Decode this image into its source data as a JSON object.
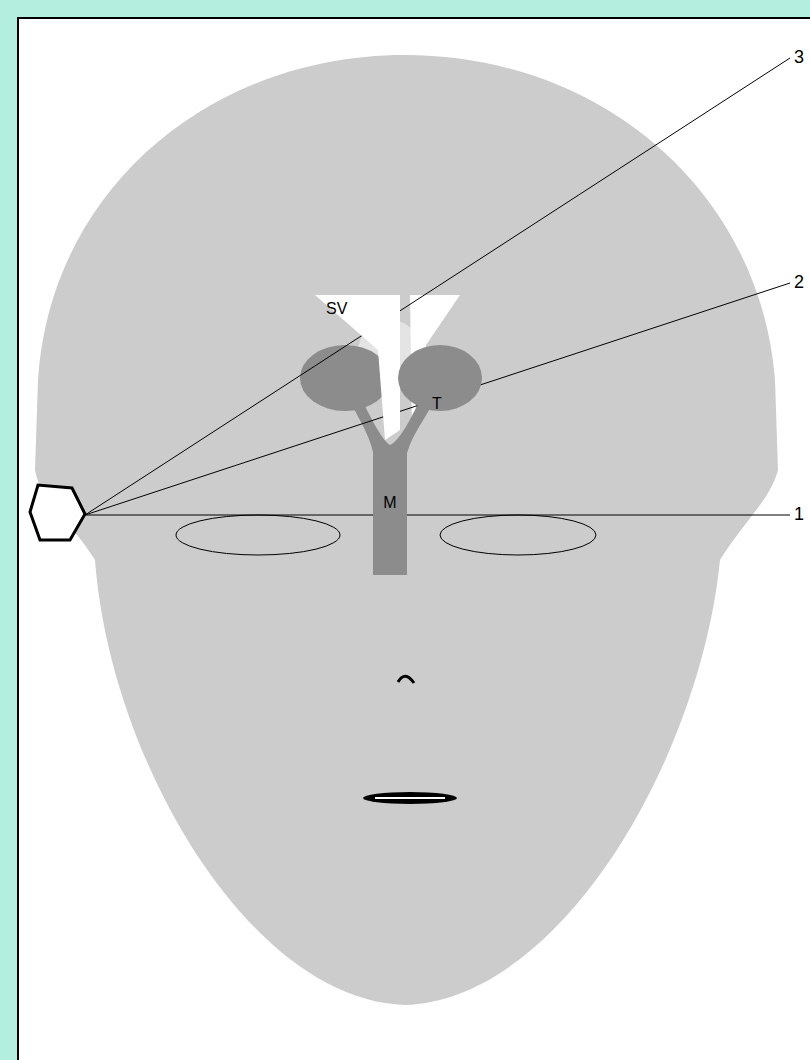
{
  "diagram": {
    "nodes": [
      {
        "text": [
          "SV"
        ]
      },
      {
        "text": [
          "T"
        ]
      },
      {
        "text": [
          "M"
        ]
      }
    ],
    "labels": [
      "3",
      "2",
      "1"
    ]
  }
}
